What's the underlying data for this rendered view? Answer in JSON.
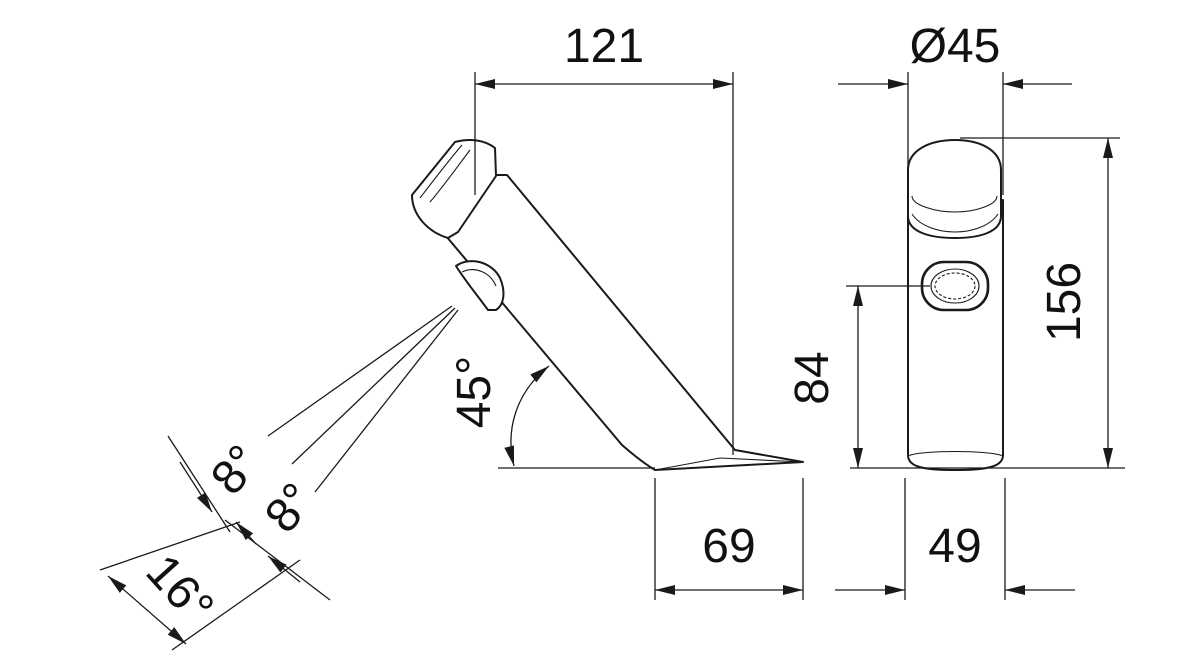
{
  "dimensions": {
    "length": "121",
    "diameter": "Ø45",
    "height": "156",
    "outlet_height": "84",
    "spout_angle": "45°",
    "spray_angle_a": "8°",
    "spray_angle_b": "8°",
    "spray_total": "16°",
    "base_offset": "69",
    "base_width": "49"
  },
  "colors": {
    "ink": "#1a1a1a",
    "background": "#ffffff"
  }
}
